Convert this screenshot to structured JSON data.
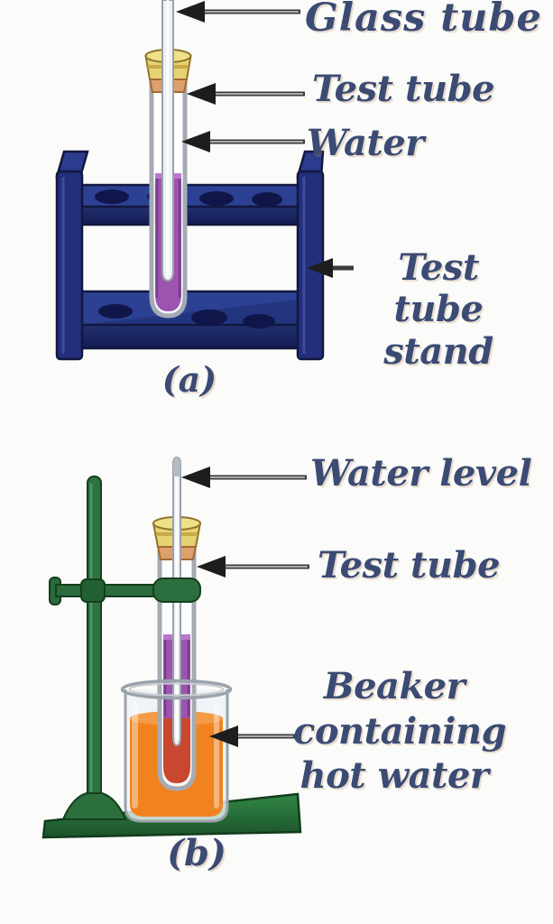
{
  "figure": {
    "type": "science-diagram",
    "subject": "test tube with glass tube: before and during heating in hot water"
  },
  "labels": {
    "glass_tube": "Glass tube",
    "test_tube_a": "Test tube",
    "water": "Water",
    "stand_line1": "Test tube",
    "stand_line2": "stand",
    "caption_a": "(a)",
    "water_level": "Water level",
    "test_tube_b": "Test tube",
    "beaker_line1": "Beaker",
    "beaker_line2": "containing",
    "beaker_line3": "hot water",
    "caption_b": "(b)"
  },
  "colors": {
    "label_text": "#3b4b74",
    "stand_a_navy": "#232f7c",
    "stand_a_navy_light": "#2c4193",
    "stand_a_hole": "#10164a",
    "liquid_purple": "#9c55ae",
    "stopper_yellow": "#e7d272",
    "cork_orange": "#dda06c",
    "glass_gray": "#a5abb4",
    "stand_b_green": "#2e7342",
    "base_green": "#2b7b3d",
    "hot_water_orange": "#f0831f",
    "heated_liquid_red": "#c8472e",
    "arrow_black": "#1d1d1d"
  }
}
